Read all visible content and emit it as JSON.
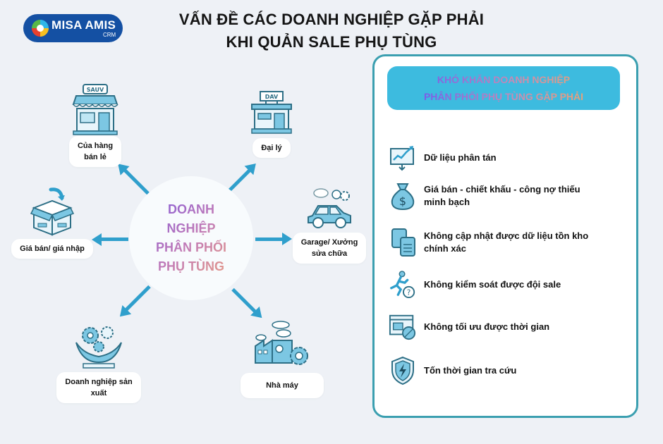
{
  "logo": {
    "brand": "MISA AMIS",
    "sub": "CRM",
    "color": "#1450a3"
  },
  "title": {
    "line1": "VẤN ĐỀ CÁC DOANH NGHIỆP GẶP PHẢI",
    "line2": "KHI QUẢN SALE PHỤ TÙNG"
  },
  "hub": {
    "lines": [
      "DOANH",
      "NGHIỆP",
      "PHÂN PHỐI",
      "PHỤ TÙNG"
    ]
  },
  "nodes": [
    {
      "id": "retail",
      "label_lines": [
        "Của hàng",
        "bán lẻ"
      ],
      "icon": "storefront-icon",
      "sign": "SAUV"
    },
    {
      "id": "agent",
      "label_lines": [
        "Đại lý"
      ],
      "icon": "agency-building-icon",
      "sign": "DAV"
    },
    {
      "id": "price",
      "label_lines": [
        "Giá bán/ giá nhập"
      ],
      "icon": "open-box-icon"
    },
    {
      "id": "garage",
      "label_lines": [
        "Garage/ Xưởng",
        "sửa chữa"
      ],
      "icon": "car-repair-icon"
    },
    {
      "id": "manufacturer",
      "label_lines": [
        "Doanh nghiệp sản",
        "xuất"
      ],
      "icon": "gears-hands-icon"
    },
    {
      "id": "factory",
      "label_lines": [
        "Nhà máy"
      ],
      "icon": "factory-icon"
    }
  ],
  "panel": {
    "header_lines": [
      "KHÓ KHĂN DOANH NGHIỆP",
      "PHÂN PHỐI PHỤ TÙNG GẶP PHẢI"
    ],
    "issues": [
      {
        "icon": "chart-monitor-icon",
        "lines": [
          "Dữ liệu phân tán"
        ]
      },
      {
        "icon": "money-bag-icon",
        "lines": [
          "Giá bán - chiết khấu - công nợ thiếu",
          "minh bạch"
        ]
      },
      {
        "icon": "documents-icon",
        "lines": [
          "Không cập nhật được dữ liệu tồn kho",
          "chính xác"
        ]
      },
      {
        "icon": "running-question-icon",
        "lines": [
          "Không kiểm soát được đội sale"
        ]
      },
      {
        "icon": "browser-clock-icon",
        "lines": [
          "Không tối ưu được thời gian"
        ]
      },
      {
        "icon": "shield-bolt-icon",
        "lines": [
          "Tốn thời gian tra cứu"
        ]
      }
    ]
  },
  "colors": {
    "arrow": "#2f9fcc",
    "panel_border": "#3b9fb0",
    "panel_header_bg": "#3dbbdf",
    "icon_fill": "#7cc7e3",
    "icon_stroke": "#2d6f86"
  }
}
